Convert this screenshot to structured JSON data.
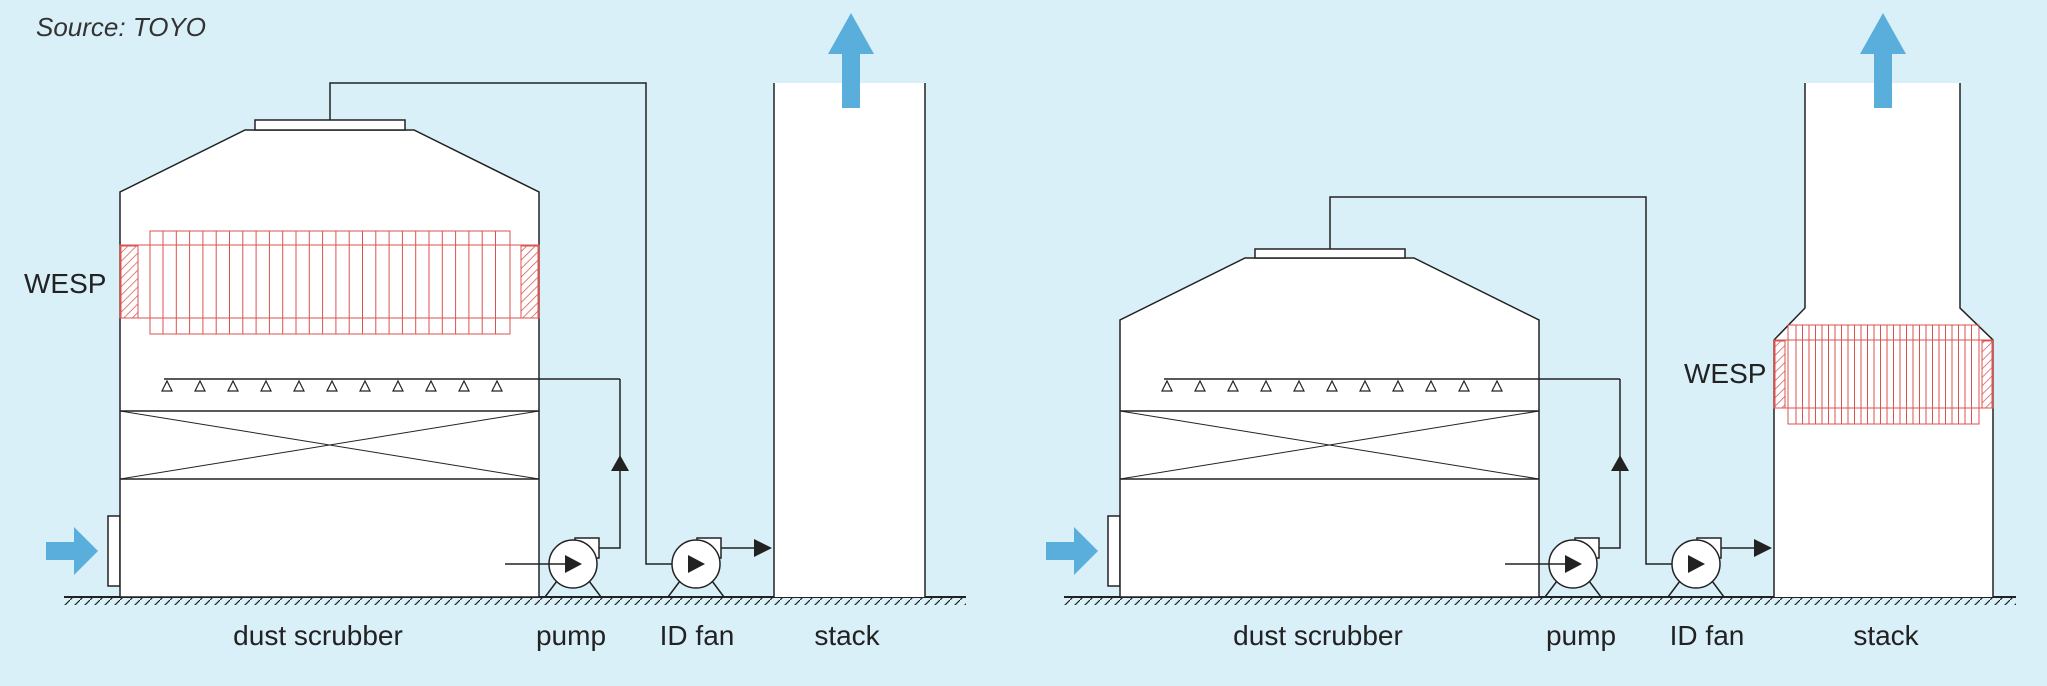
{
  "source": "Source: TOYO",
  "colors": {
    "background": "#d9f0f9",
    "flow_arrow": "#5aaedc",
    "wesp": "#d9534f",
    "line": "#222222"
  },
  "left_system": {
    "wesp_label": "WESP",
    "labels": {
      "dust_scrubber": "dust scrubber",
      "pump": "pump",
      "id_fan": "ID fan",
      "stack": "stack"
    }
  },
  "right_system": {
    "wesp_label": "WESP",
    "labels": {
      "dust_scrubber": "dust scrubber",
      "pump": "pump",
      "id_fan": "ID fan",
      "stack": "stack"
    }
  }
}
